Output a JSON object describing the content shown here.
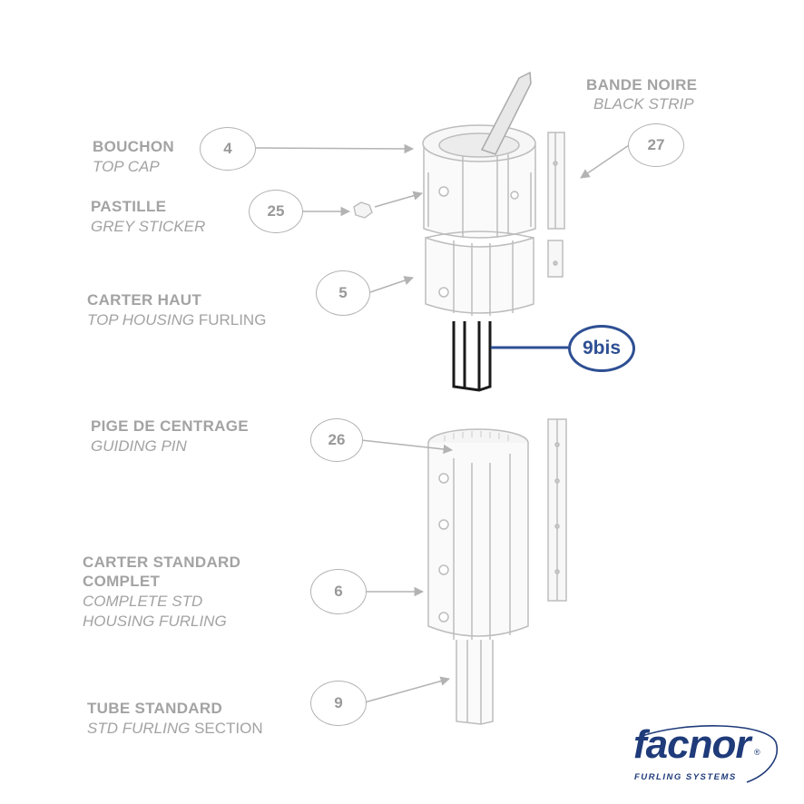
{
  "labels": {
    "bande_noire": "BANDE NOIRE",
    "black_strip": "BLACK STRIP",
    "bouchon": "BOUCHON",
    "top_cap": "TOP CAP",
    "pastille": "PASTILLE",
    "grey_sticker": "GREY STICKER",
    "carter_haut": "CARTER HAUT",
    "top_housing": "TOP HOUSING",
    "top_housing_furling": "FURLING",
    "pige": "PIGE DE CENTRAGE",
    "guiding_pin": "GUIDING PIN",
    "carter_standard_1": "CARTER STANDARD",
    "carter_standard_2": "COMPLET",
    "complete_std_1": "COMPLETE STD",
    "complete_std_2": "HOUSING FURLING",
    "tube_standard": "TUBE STANDARD",
    "std_furling": "STD FURLING",
    "std_furling_section": "SECTION"
  },
  "callouts": {
    "c4": "4",
    "c27": "27",
    "c25": "25",
    "c5": "5",
    "c9bis": "9bis",
    "c26": "26",
    "c6": "6",
    "c9": "9"
  },
  "colors": {
    "line": "#b3b3b3",
    "text": "#a3a3a3",
    "highlight": "#2e4f93",
    "brand": "#1f3b7a"
  },
  "logo": {
    "name": "facnor",
    "registered": "®",
    "tagline": "FURLING SYSTEMS"
  }
}
